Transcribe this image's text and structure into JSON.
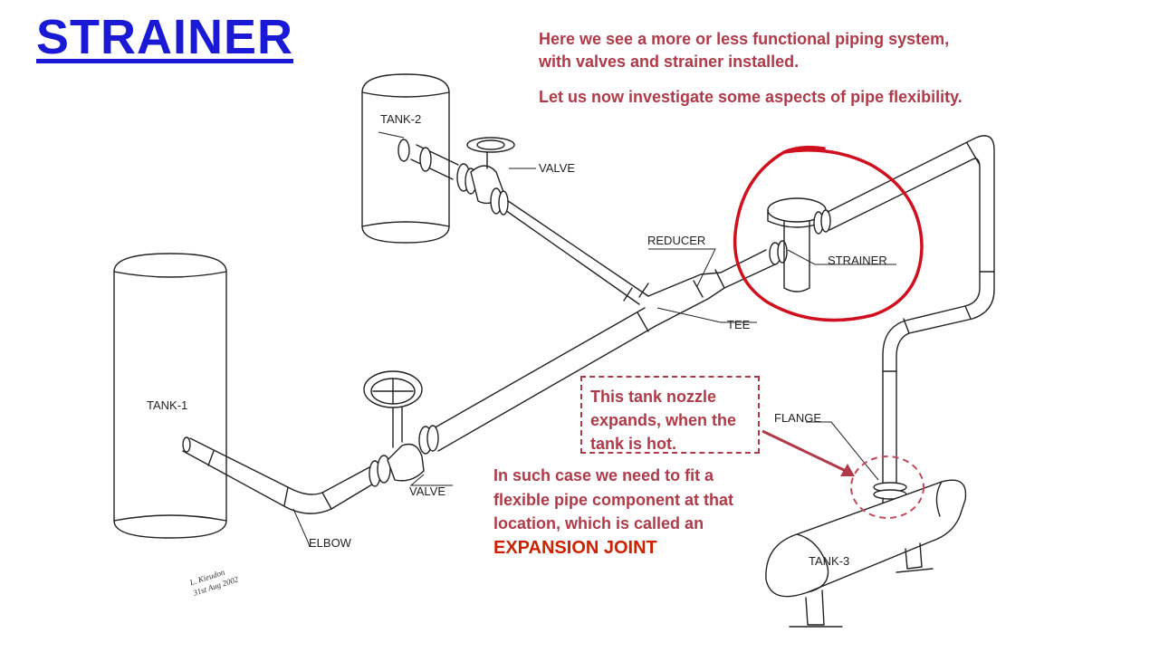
{
  "title": "STRAINER",
  "notes": {
    "intro": "Here we see a more or less functional piping system, with valves and strainer installed.",
    "investigate": "Let us now investigate some aspects of pipe flexibility.",
    "tank_nozzle": "This tank nozzle expands, when the tank is hot.",
    "such_case": "In such case we need to fit a flexible pipe component at that location, which is called an",
    "emphasis": "EXPANSION JOINT"
  },
  "labels": {
    "tank1": "TANK-1",
    "tank2": "TANK-2",
    "tank3": "TANK-3",
    "valve_top": "VALVE",
    "valve_bottom": "VALVE",
    "reducer": "REDUCER",
    "tee": "TEE",
    "strainer": "STRAINER",
    "flange": "FLANGE",
    "elbow": "ELBOW"
  },
  "signature": {
    "line1": "L. Kieudon",
    "line2": "31st Aug 2002"
  },
  "colors": {
    "title": "#1a1ad6",
    "note_text": "#b03a48",
    "emphasis": "#cc2200",
    "highlight_circle": "#d0101e",
    "line": "#222222"
  }
}
